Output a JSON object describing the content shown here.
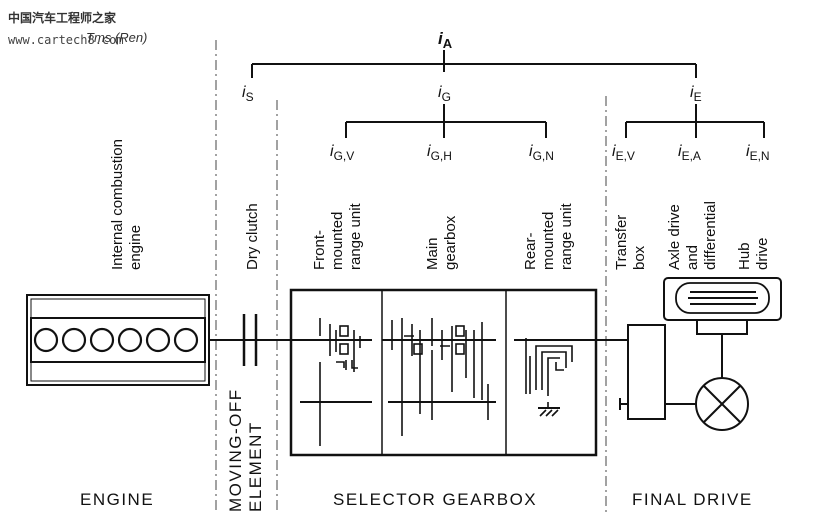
{
  "watermark": {
    "site_cn": "中国汽车工程师之家",
    "url": "www.cartech8.com",
    "overlay": "Tms (Ren)"
  },
  "ratios": {
    "overall": {
      "i": "i",
      "sub": "A"
    },
    "clutch": {
      "i": "i",
      "sub": "S"
    },
    "gearbox": {
      "i": "i",
      "sub": "G"
    },
    "final": {
      "i": "i",
      "sub": "E"
    },
    "gearbox_parts": [
      {
        "i": "i",
        "sub": "G,V"
      },
      {
        "i": "i",
        "sub": "G,H"
      },
      {
        "i": "i",
        "sub": "G,N"
      }
    ],
    "final_parts": [
      {
        "i": "i",
        "sub": "E,V"
      },
      {
        "i": "i",
        "sub": "E,A"
      },
      {
        "i": "i",
        "sub": "E,N"
      }
    ]
  },
  "component_labels": {
    "engine": [
      "Internal combustion",
      "engine"
    ],
    "clutch": [
      "Dry clutch"
    ],
    "front_range": [
      "Front-",
      "mounted",
      "range unit"
    ],
    "main_gearbox": [
      "Main",
      "gearbox"
    ],
    "rear_range": [
      "Rear-",
      "mounted",
      "range unit"
    ],
    "transfer": [
      "Transfer",
      "box"
    ],
    "axle": [
      "Axle drive",
      "and",
      "differential"
    ],
    "hub": [
      "Hub",
      "drive"
    ]
  },
  "sections": {
    "engine": "ENGINE",
    "moving_off": [
      "MOVING-OFF",
      "ELEMENT"
    ],
    "gearbox": "SELECTOR GEARBOX",
    "final_drive": "FINAL DRIVE"
  }
}
